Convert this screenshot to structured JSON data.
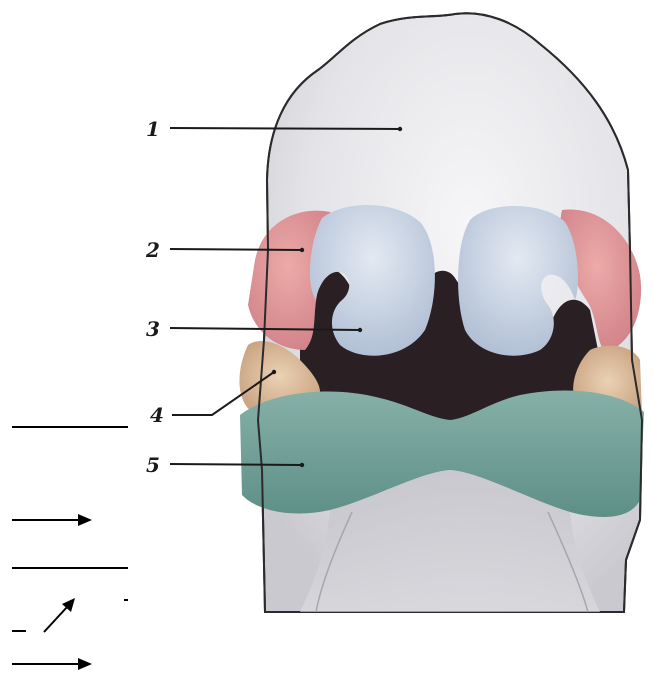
{
  "labels": [
    {
      "id": "1",
      "text": "1"
    },
    {
      "id": "2",
      "text": "2"
    },
    {
      "id": "3",
      "text": "3"
    },
    {
      "id": "4",
      "text": "4"
    },
    {
      "id": "5",
      "text": "5"
    }
  ],
  "colors": {
    "frontonasal": "#e6e6ea",
    "lateral_nasal": "#d98a8e",
    "medial_nasal": "#bfcbdc",
    "maxillary": "#cfae8e",
    "mandibular": "#6f9e95",
    "stomodeum": "#2a2024",
    "outline": "#2b2b2b"
  }
}
